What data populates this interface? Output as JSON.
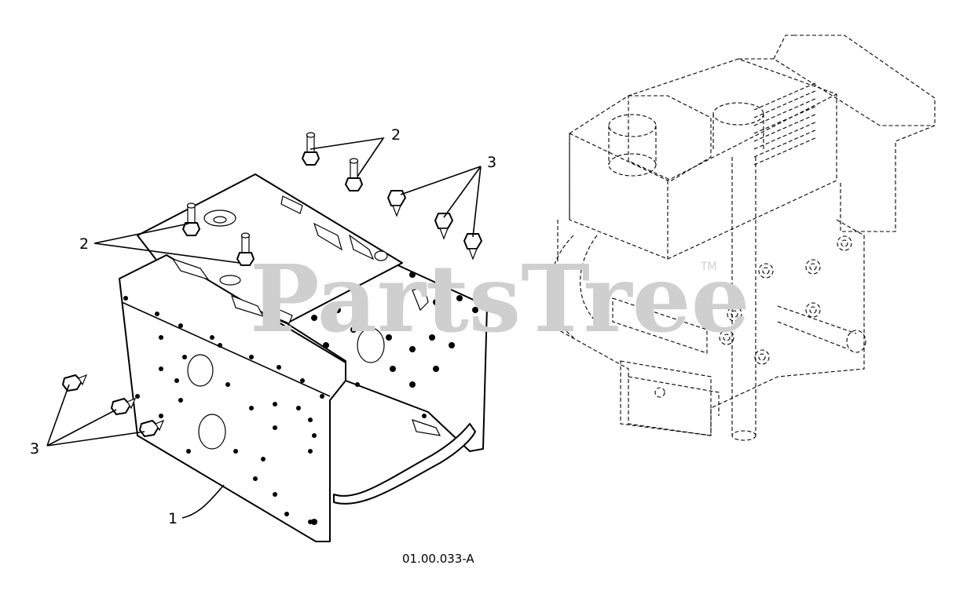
{
  "diagram": {
    "watermark": "PartsTree",
    "trademark": "TM",
    "figure_id": "01.00.033-A",
    "callouts": {
      "frame": "1",
      "studs_top": "2",
      "studs_left": "2",
      "bolts_right": "3",
      "bolts_left": "3"
    }
  }
}
